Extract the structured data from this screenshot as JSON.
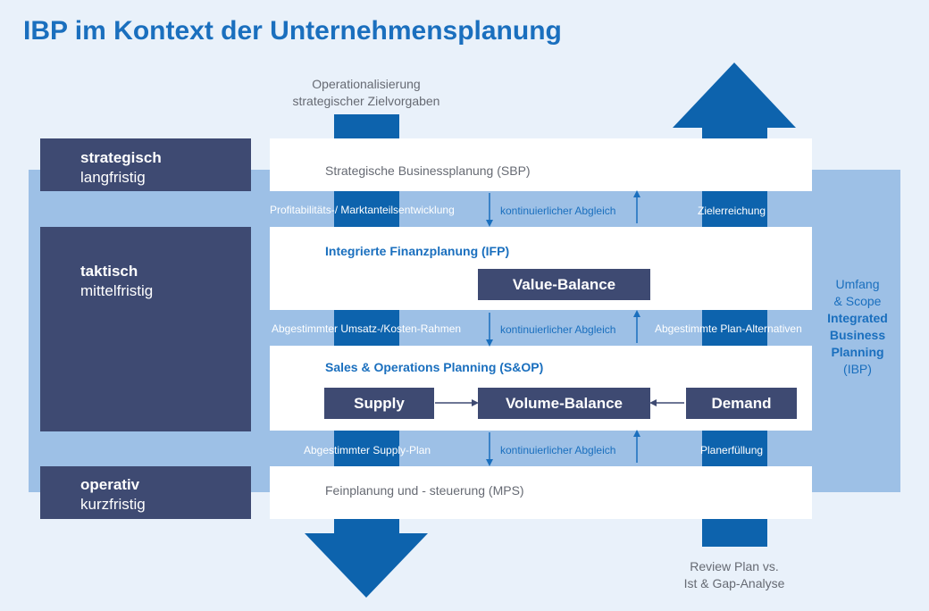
{
  "title": "IBP im Kontext der Unternehmensplanung",
  "levels": {
    "strategic": {
      "bold": "strategisch",
      "normal": "langfristig"
    },
    "tactical": {
      "bold": "taktisch",
      "normal": "mittelfristig"
    },
    "operational": {
      "bold": "operativ",
      "normal": "kurzfristig"
    }
  },
  "planning": {
    "sbp": "Strategische Businessplanung (SBP)",
    "ifp": "Integrierte Finanzplanung (IFP)",
    "value_balance": "Value-Balance",
    "sop": "Sales & Operations Planning (S&OP)",
    "supply": "Supply",
    "volume_balance": "Volume-Balance",
    "demand": "Demand",
    "mps": "Feinplanung und - steuerung (MPS)"
  },
  "gap1": {
    "left": "Profitabilitäts-/ Marktanteilsentwicklung",
    "mid": "kontinuierlicher Abgleich",
    "right": "Zielerreichung"
  },
  "gap2": {
    "left": "Abgestimmter Umsatz-/Kosten-Rahmen",
    "mid": "kontinuierlicher Abgleich",
    "right": "Abgestimmte Plan-Alternativen"
  },
  "gap3": {
    "left": "Abgestimmter  Supply-Plan",
    "mid": "kontinuierlicher Abgleich",
    "right": "Planerfüllung"
  },
  "top_arrow": {
    "line1": "Operationalisierung",
    "line2": "strategischer Zielvorgaben"
  },
  "bottom_arrow": {
    "line1": "Review Plan vs.",
    "line2": "Ist & Gap-Analyse"
  },
  "scope": {
    "line1": "Umfang",
    "line2": "& Scope",
    "line3": "Integrated",
    "line4": "Business",
    "line5": "Planning",
    "line6": "(IBP)"
  },
  "colors": {
    "accent": "#1a6fbe",
    "arrow": "#0d63ad",
    "dark": "#3e4a72",
    "band": "#9dc0e6",
    "background": "#e9f1fa"
  }
}
